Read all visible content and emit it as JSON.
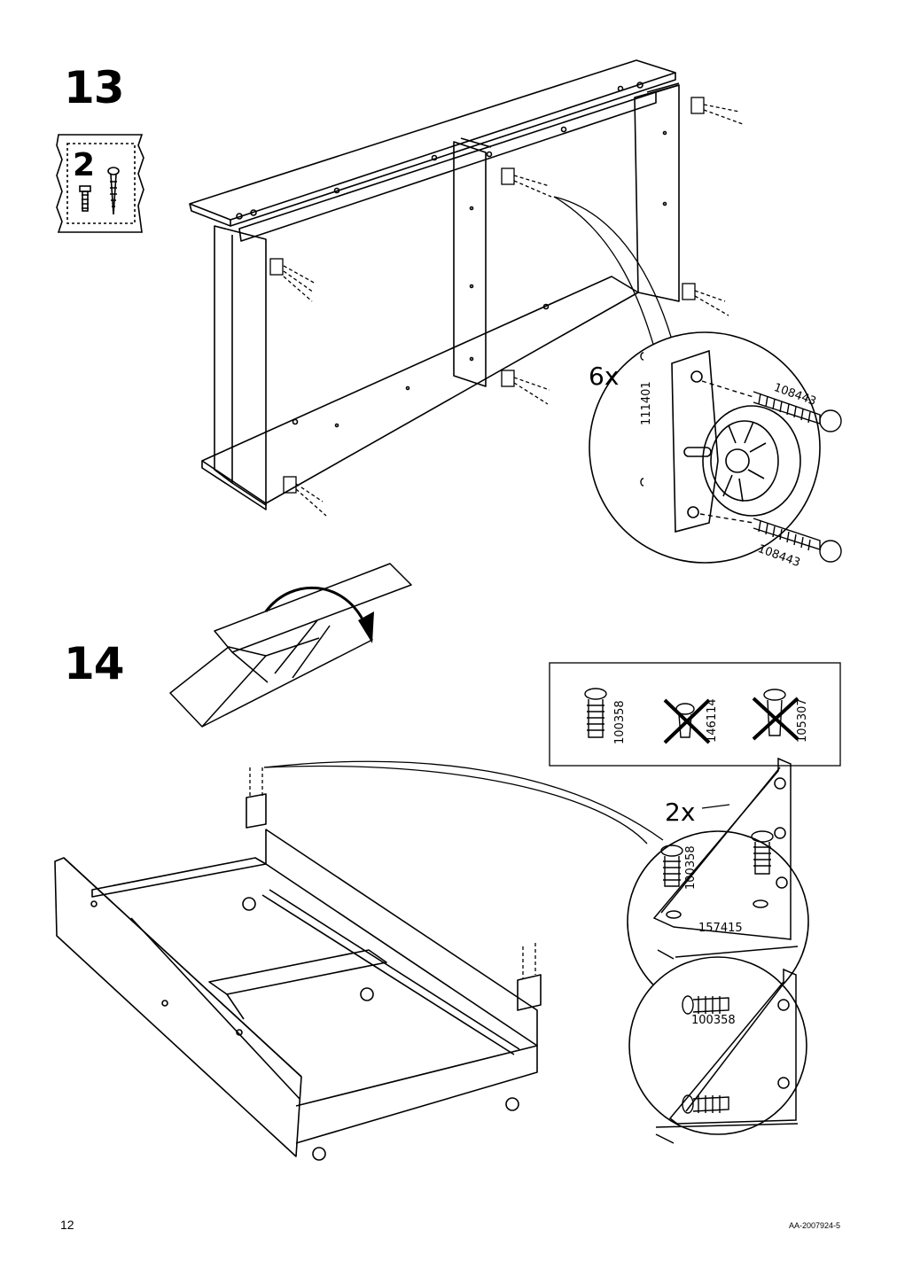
{
  "steps": [
    {
      "number": "13",
      "bag": {
        "quantity": "2"
      },
      "detail": {
        "count": "6x",
        "bracket_part": "111401",
        "screw_part_top": "108443",
        "screw_part_bottom": "108443"
      }
    },
    {
      "number": "14",
      "screw_selection": [
        {
          "part": "100358",
          "status": "correct"
        },
        {
          "part": "146114",
          "status": "wrong"
        },
        {
          "part": "105307",
          "status": "wrong"
        }
      ],
      "detail": {
        "count": "2x",
        "screw_part": "100358",
        "bracket_part": "157415",
        "screw_part_lower": "100358"
      }
    }
  ],
  "footer": {
    "page_number": "12",
    "document_code": "AA-2007924-5"
  }
}
